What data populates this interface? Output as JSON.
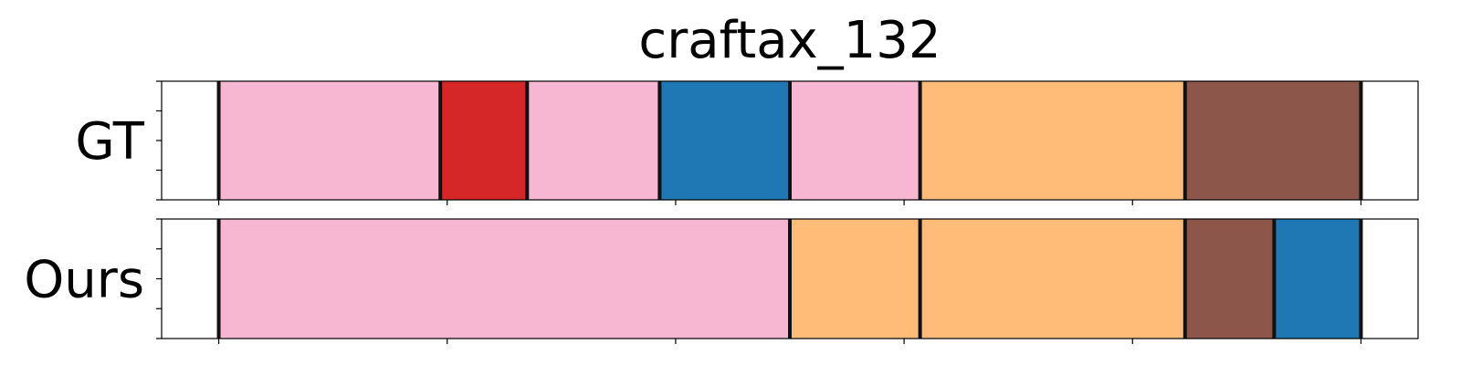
{
  "chart_data": {
    "type": "segmentation",
    "title": "craftax_132",
    "x_range": [
      -25,
      525
    ],
    "xticks": [
      0,
      100,
      200,
      300,
      400,
      500
    ],
    "rows": [
      {
        "label": "GT",
        "segments": [
          {
            "start": 0,
            "end": 97,
            "color": "#f7b6d2"
          },
          {
            "start": 97,
            "end": 135,
            "color": "#d62728"
          },
          {
            "start": 135,
            "end": 193,
            "color": "#f7b6d2"
          },
          {
            "start": 193,
            "end": 250,
            "color": "#1f77b4"
          },
          {
            "start": 250,
            "end": 307,
            "color": "#f7b6d2"
          },
          {
            "start": 307,
            "end": 423,
            "color": "#ffbb78"
          },
          {
            "start": 423,
            "end": 500,
            "color": "#8c564b"
          }
        ]
      },
      {
        "label": "Ours",
        "segments": [
          {
            "start": 0,
            "end": 250,
            "color": "#f7b6d2"
          },
          {
            "start": 250,
            "end": 307,
            "color": "#ffbb78"
          },
          {
            "start": 307,
            "end": 423,
            "color": "#ffbb78"
          },
          {
            "start": 423,
            "end": 462,
            "color": "#8c564b"
          },
          {
            "start": 462,
            "end": 500,
            "color": "#1f77b4"
          }
        ]
      }
    ]
  }
}
